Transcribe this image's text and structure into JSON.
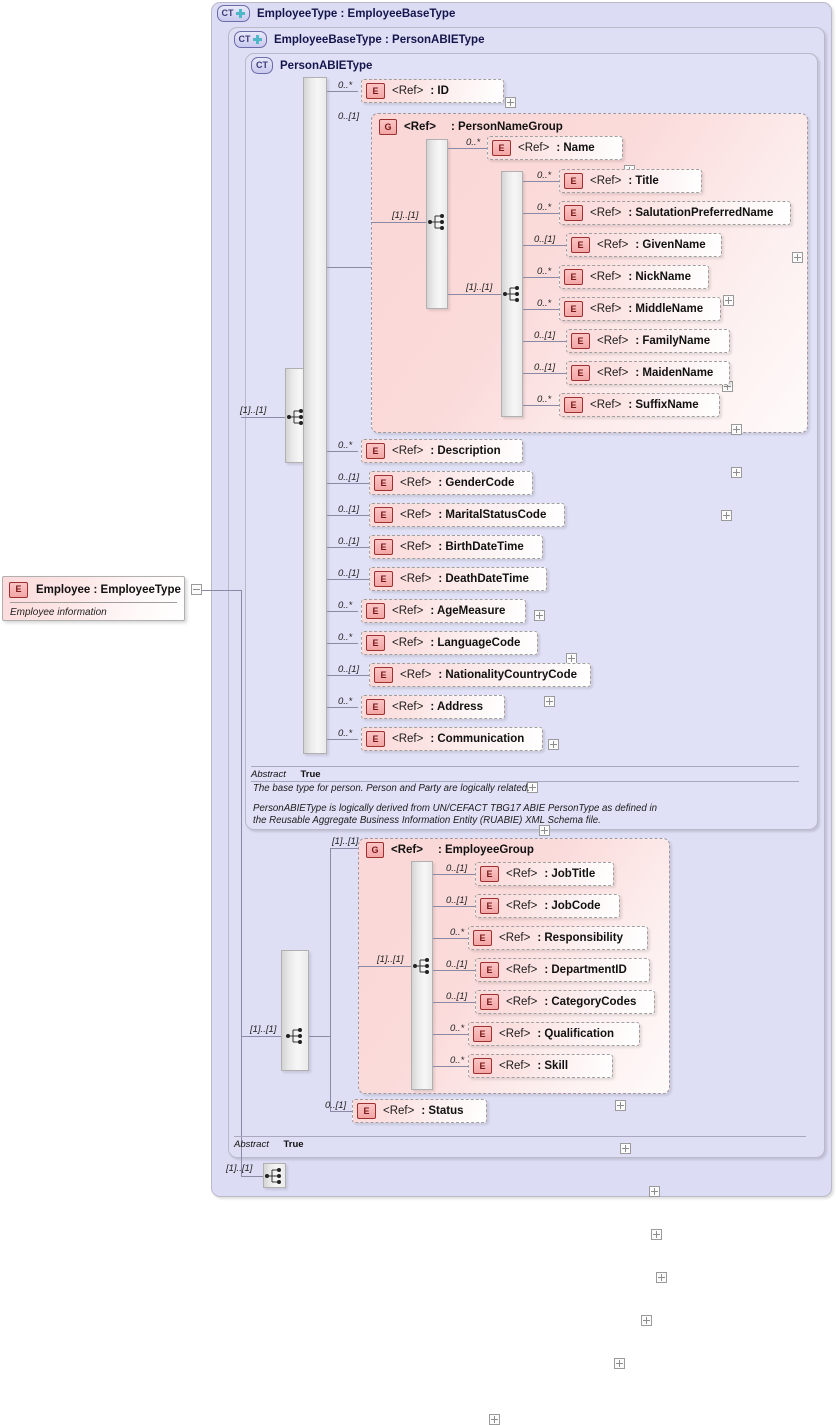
{
  "diagram": {
    "type": "xsd-schema-diagram",
    "root_element": {
      "badge": "E",
      "name": "Employee",
      "type_sep": ":",
      "type": "EmployeeType",
      "title": "Employee : EmployeeType",
      "documentation": "Employee information",
      "collapse_icon": "minus-icon"
    },
    "containers": [
      {
        "badge": "CT",
        "expandable": true,
        "title": "EmployeeType : EmployeeBaseType"
      },
      {
        "badge": "CT",
        "expandable": true,
        "title": "EmployeeBaseType : PersonABIEType"
      },
      {
        "badge": "CT",
        "expandable": false,
        "title": "PersonABIEType"
      }
    ],
    "person_abie_children": [
      {
        "card": "0..*",
        "badge": "E",
        "ref": "<Ref>",
        "sep": ":",
        "name": "ID"
      },
      {
        "card": "0..[1]",
        "badge": "G",
        "ref": "<Ref>",
        "sep": ":",
        "name": "PersonNameGroup"
      },
      {
        "card": "0..*",
        "badge": "E",
        "ref": "<Ref>",
        "sep": ":",
        "name": "Description"
      },
      {
        "card": "0..[1]",
        "badge": "E",
        "ref": "<Ref>",
        "sep": ":",
        "name": "GenderCode"
      },
      {
        "card": "0..[1]",
        "badge": "E",
        "ref": "<Ref>",
        "sep": ":",
        "name": "MaritalStatusCode"
      },
      {
        "card": "0..[1]",
        "badge": "E",
        "ref": "<Ref>",
        "sep": ":",
        "name": "BirthDateTime"
      },
      {
        "card": "0..[1]",
        "badge": "E",
        "ref": "<Ref>",
        "sep": ":",
        "name": "DeathDateTime"
      },
      {
        "card": "0..*",
        "badge": "E",
        "ref": "<Ref>",
        "sep": ":",
        "name": "AgeMeasure"
      },
      {
        "card": "0..*",
        "badge": "E",
        "ref": "<Ref>",
        "sep": ":",
        "name": "LanguageCode"
      },
      {
        "card": "0..[1]",
        "badge": "E",
        "ref": "<Ref>",
        "sep": ":",
        "name": "NationalityCountryCode"
      },
      {
        "card": "0..*",
        "badge": "E",
        "ref": "<Ref>",
        "sep": ":",
        "name": "Address"
      },
      {
        "card": "0..*",
        "badge": "E",
        "ref": "<Ref>",
        "sep": ":",
        "name": "Communication"
      }
    ],
    "person_name_group": {
      "badge": "G",
      "ref": "<Ref>",
      "sep": ":",
      "name": "PersonNameGroup",
      "seq_card": "[1]..[1]",
      "children": [
        {
          "card": "0..*",
          "badge": "E",
          "ref": "<Ref>",
          "sep": ":",
          "name": "Name"
        }
      ],
      "name_seq_card": "[1]..[1]",
      "name_children": [
        {
          "card": "0..*",
          "badge": "E",
          "ref": "<Ref>",
          "sep": ":",
          "name": "Title"
        },
        {
          "card": "0..*",
          "badge": "E",
          "ref": "<Ref>",
          "sep": ":",
          "name": "SalutationPreferredName"
        },
        {
          "card": "0..[1]",
          "badge": "E",
          "ref": "<Ref>",
          "sep": ":",
          "name": "GivenName"
        },
        {
          "card": "0..*",
          "badge": "E",
          "ref": "<Ref>",
          "sep": ":",
          "name": "NickName"
        },
        {
          "card": "0..*",
          "badge": "E",
          "ref": "<Ref>",
          "sep": ":",
          "name": "MiddleName"
        },
        {
          "card": "0..[1]",
          "badge": "E",
          "ref": "<Ref>",
          "sep": ":",
          "name": "FamilyName"
        },
        {
          "card": "0..[1]",
          "badge": "E",
          "ref": "<Ref>",
          "sep": ":",
          "name": "MaidenName"
        },
        {
          "card": "0..*",
          "badge": "E",
          "ref": "<Ref>",
          "sep": ":",
          "name": "SuffixName"
        }
      ]
    },
    "person_abie_info": {
      "abstract_key": "Abstract",
      "abstract_value": "True",
      "doc_line1": "The base type for person. Person and Party are logically related.",
      "doc_line2": "PersonABIEType is logically derived from UN/CEFACT TBG17 ABIE PersonType as defined in\nthe Reusable Aggregate Business Information Entity (RUABIE) XML Schema file."
    },
    "employee_group": {
      "badge": "G",
      "ref": "<Ref>",
      "sep": ":",
      "name": "EmployeeGroup",
      "group_card": "[1]..[1]",
      "seq_card": "[1]..[1]",
      "children": [
        {
          "card": "0..[1]",
          "badge": "E",
          "ref": "<Ref>",
          "sep": ":",
          "name": "JobTitle"
        },
        {
          "card": "0..[1]",
          "badge": "E",
          "ref": "<Ref>",
          "sep": ":",
          "name": "JobCode"
        },
        {
          "card": "0..*",
          "badge": "E",
          "ref": "<Ref>",
          "sep": ":",
          "name": "Responsibility"
        },
        {
          "card": "0..[1]",
          "badge": "E",
          "ref": "<Ref>",
          "sep": ":",
          "name": "DepartmentID"
        },
        {
          "card": "0..[1]",
          "badge": "E",
          "ref": "<Ref>",
          "sep": ":",
          "name": "CategoryCodes"
        },
        {
          "card": "0..*",
          "badge": "E",
          "ref": "<Ref>",
          "sep": ":",
          "name": "Qualification"
        },
        {
          "card": "0..*",
          "badge": "E",
          "ref": "<Ref>",
          "sep": ":",
          "name": "Skill"
        }
      ]
    },
    "employee_base_children": [
      {
        "card": "0..[1]",
        "badge": "E",
        "ref": "<Ref>",
        "sep": ":",
        "name": "Status"
      }
    ],
    "employee_base_seq_card": "[1]..[1]",
    "employee_base_info": {
      "abstract_key": "Abstract",
      "abstract_value": "True"
    },
    "employee_type_seq_card": "[1]..[1]",
    "person_abie_seq_card": "[1]..[1]",
    "colors": {
      "container_fill": "#dcdcf4",
      "group_fill": "#fbd7d7",
      "element_badge": "#f3a6a6",
      "badge_border": "#9e2f2f",
      "ct_badge_border": "#6c6ca8",
      "line": "#8a8aa6",
      "title_text": "#13134a"
    }
  }
}
